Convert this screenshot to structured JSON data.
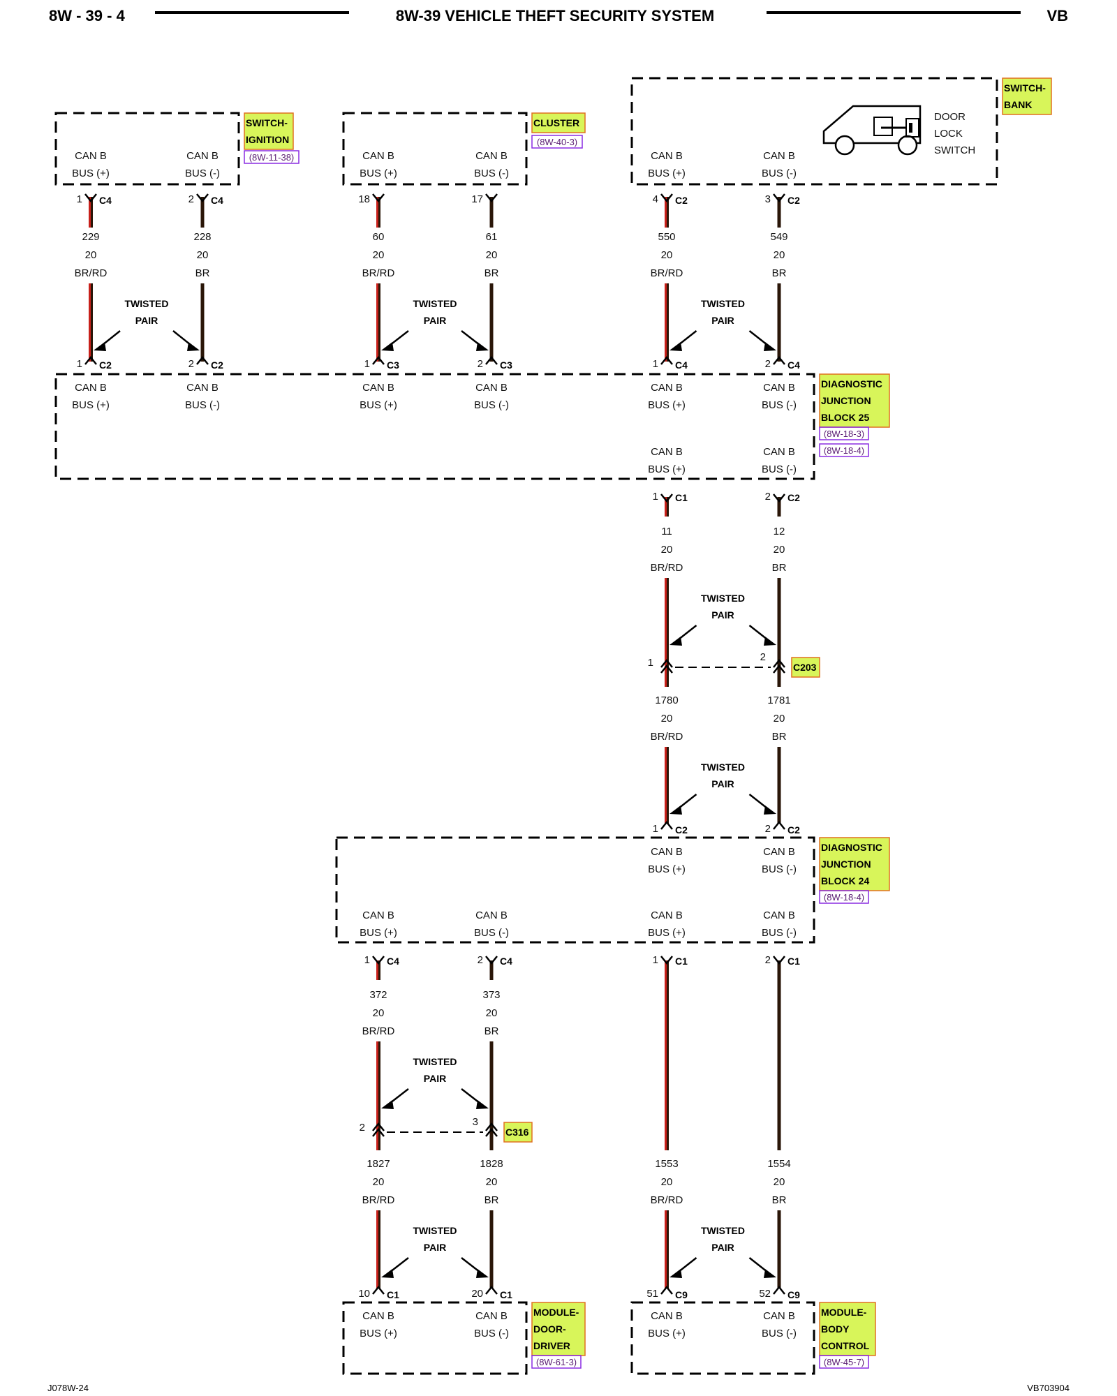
{
  "header": {
    "page_number": "8W - 39 - 4",
    "title": "8W-39 VEHICLE THEFT SECURITY SYSTEM",
    "model": "VB"
  },
  "footer": {
    "left": "J078W-24",
    "right": "VB703904"
  },
  "common": {
    "can_b": "CAN B",
    "bus_pos": "BUS (+)",
    "bus_neg": "BUS (-)",
    "twisted": "TWISTED",
    "pair": "PAIR"
  },
  "components": {
    "switch_ignition": {
      "name_line1": "SWITCH-",
      "name_line2": "IGNITION",
      "ref": "(8W-11-38)"
    },
    "cluster": {
      "name_line1": "CLUSTER",
      "ref": "(8W-40-3)"
    },
    "switch_bank": {
      "name_line1": "SWITCH-",
      "name_line2": "BANK",
      "sub_line1": "DOOR",
      "sub_line2": "LOCK",
      "sub_line3": "SWITCH"
    },
    "djb25": {
      "name_line1": "DIAGNOSTIC",
      "name_line2": "JUNCTION",
      "name_line3": "BLOCK 25",
      "ref1": "(8W-18-3)",
      "ref2": "(8W-18-4)"
    },
    "djb24": {
      "name_line1": "DIAGNOSTIC",
      "name_line2": "JUNCTION",
      "name_line3": "BLOCK 24",
      "ref": "(8W-18-4)"
    },
    "module_door_driver": {
      "name_line1": "MODULE-",
      "name_line2": "DOOR-",
      "name_line3": "DRIVER",
      "ref": "(8W-61-3)"
    },
    "module_body_control": {
      "name_line1": "MODULE-",
      "name_line2": "BODY",
      "name_line3": "CONTROL",
      "ref": "(8W-45-7)"
    }
  },
  "inline_connectors": {
    "c203": "C203",
    "c316": "C316"
  },
  "pins": {
    "ign_1": {
      "pin": "1",
      "conn": "C4"
    },
    "ign_2": {
      "pin": "2",
      "conn": "C4"
    },
    "clu_18": {
      "pin": "18",
      "conn": ""
    },
    "clu_17": {
      "pin": "17",
      "conn": ""
    },
    "sb_4": {
      "pin": "4",
      "conn": "C2"
    },
    "sb_3": {
      "pin": "3",
      "conn": "C2"
    },
    "j25_a1": {
      "pin": "1",
      "conn": "C2"
    },
    "j25_a2": {
      "pin": "2",
      "conn": "C2"
    },
    "j25_b1": {
      "pin": "1",
      "conn": "C3"
    },
    "j25_b2": {
      "pin": "2",
      "conn": "C3"
    },
    "j25_c1": {
      "pin": "1",
      "conn": "C4"
    },
    "j25_c2": {
      "pin": "2",
      "conn": "C4"
    },
    "j25_d1": {
      "pin": "1",
      "conn": "C1"
    },
    "j25_d2": {
      "pin": "2",
      "conn": "C2"
    },
    "c203_1": {
      "pin": "1",
      "conn": ""
    },
    "c203_2": {
      "pin": "2",
      "conn": ""
    },
    "j24_a1": {
      "pin": "1",
      "conn": "C2"
    },
    "j24_a2": {
      "pin": "2",
      "conn": "C2"
    },
    "j24_b1": {
      "pin": "1",
      "conn": "C4"
    },
    "j24_b2": {
      "pin": "2",
      "conn": "C4"
    },
    "j24_c1": {
      "pin": "1",
      "conn": "C1"
    },
    "j24_c2": {
      "pin": "2",
      "conn": "C1"
    },
    "c316_2": {
      "pin": "2",
      "conn": ""
    },
    "c316_3": {
      "pin": "3",
      "conn": ""
    },
    "dd_10": {
      "pin": "10",
      "conn": "C1"
    },
    "dd_20": {
      "pin": "20",
      "conn": "C1"
    },
    "bc_51": {
      "pin": "51",
      "conn": "C9"
    },
    "bc_52": {
      "pin": "52",
      "conn": "C9"
    }
  },
  "wires": {
    "w229": {
      "circuit": "229",
      "gauge": "20",
      "color": "BR/RD"
    },
    "w228": {
      "circuit": "228",
      "gauge": "20",
      "color": "BR"
    },
    "w60": {
      "circuit": "60",
      "gauge": "20",
      "color": "BR/RD"
    },
    "w61": {
      "circuit": "61",
      "gauge": "20",
      "color": "BR"
    },
    "w550": {
      "circuit": "550",
      "gauge": "20",
      "color": "BR/RD"
    },
    "w549": {
      "circuit": "549",
      "gauge": "20",
      "color": "BR"
    },
    "w11": {
      "circuit": "11",
      "gauge": "20",
      "color": "BR/RD"
    },
    "w12": {
      "circuit": "12",
      "gauge": "20",
      "color": "BR"
    },
    "w1780": {
      "circuit": "1780",
      "gauge": "20",
      "color": "BR/RD"
    },
    "w1781": {
      "circuit": "1781",
      "gauge": "20",
      "color": "BR"
    },
    "w372": {
      "circuit": "372",
      "gauge": "20",
      "color": "BR/RD"
    },
    "w373": {
      "circuit": "373",
      "gauge": "20",
      "color": "BR"
    },
    "w1827": {
      "circuit": "1827",
      "gauge": "20",
      "color": "BR/RD"
    },
    "w1828": {
      "circuit": "1828",
      "gauge": "20",
      "color": "BR"
    },
    "w1553": {
      "circuit": "1553",
      "gauge": "20",
      "color": "BR/RD"
    },
    "w1554": {
      "circuit": "1554",
      "gauge": "20",
      "color": "BR"
    }
  },
  "colors": {
    "br": "#2a1608",
    "rd": "#c8201a",
    "highlight": "#d8f55a",
    "highlight_border": "#e07020",
    "ref_border": "#8a2be2"
  }
}
